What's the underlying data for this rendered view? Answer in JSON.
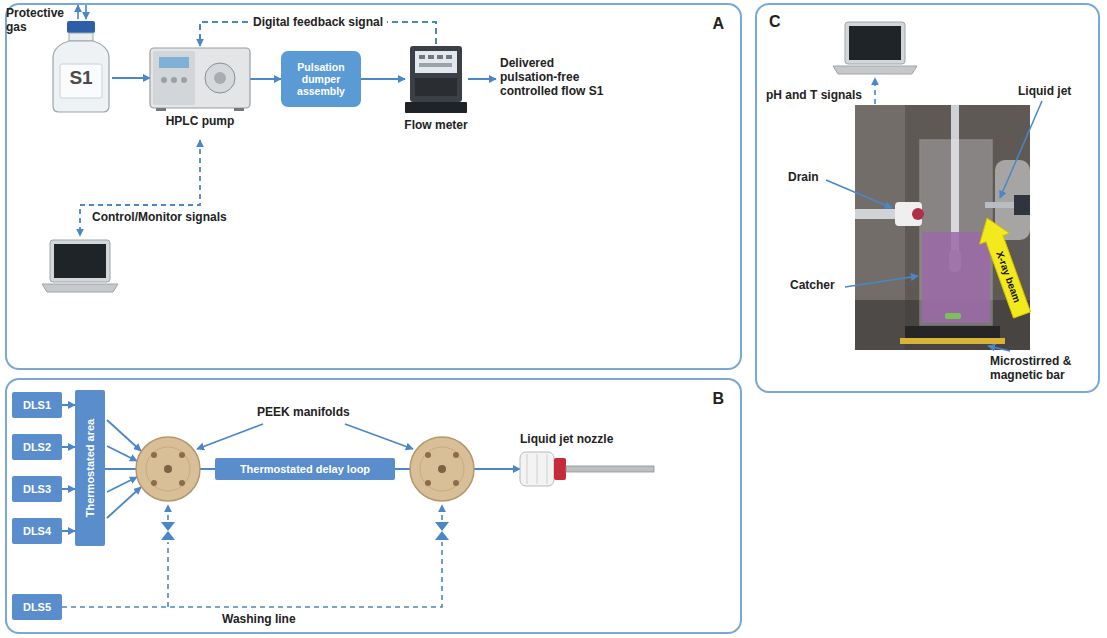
{
  "diagram": {
    "nodes": [
      {
        "text": [
          "A"
        ]
      },
      {
        "text": [
          "S1"
        ],
        "in": 0
      },
      {
        "text": [
          "HPLC pump"
        ],
        "in": 0
      },
      {
        "text": [
          "Pulsation dumper assembly"
        ],
        "in": 0
      },
      {
        "text": [
          "Flow meter"
        ],
        "in": 0
      },
      {
        "text": [
          "B"
        ]
      },
      {
        "text": [
          "DLS1"
        ],
        "in": 5
      },
      {
        "text": [
          "DLS2"
        ],
        "in": 5
      },
      {
        "text": [
          "DLS3"
        ],
        "in": 5
      },
      {
        "text": [
          "DLS4"
        ],
        "in": 5
      },
      {
        "text": [
          "DLS5"
        ],
        "in": 5
      },
      {
        "text": [
          "Thermostated area"
        ],
        "in": 5
      },
      {
        "text": [
          "Thermostated delay loop"
        ],
        "in": 5
      },
      {
        "text": [
          "Liquid jet nozzle"
        ],
        "in": 5
      },
      {
        "text": [
          "C"
        ]
      }
    ],
    "edges": [
      {
        "from": 1,
        "to": 2,
        "arrow": "to"
      },
      {
        "from": 2,
        "to": 3,
        "arrow": "to"
      },
      {
        "from": 3,
        "to": 4,
        "arrow": "to"
      },
      {
        "from": 4,
        "to": 2,
        "label": "Digital feedback signal",
        "arrow": "to"
      },
      {
        "from": 6,
        "to": 11,
        "arrow": "to"
      },
      {
        "from": 7,
        "to": 11,
        "arrow": "to"
      },
      {
        "from": 8,
        "to": 11,
        "arrow": "to"
      },
      {
        "from": 9,
        "to": 11,
        "arrow": "to"
      },
      {
        "from": 11,
        "to": 12,
        "arrow": "none"
      },
      {
        "from": 12,
        "to": 13,
        "arrow": "to"
      }
    ],
    "labels": [
      "Protective gas",
      "Control/Monitor signals",
      "Delivered pulsation-free controlled flow S1",
      "PEEK manifolds",
      "Washing line",
      "pH and T signals",
      "Liquid jet",
      "Drain",
      "Catcher",
      "X-ray beam",
      "Microstirred & magnetic bar"
    ]
  }
}
